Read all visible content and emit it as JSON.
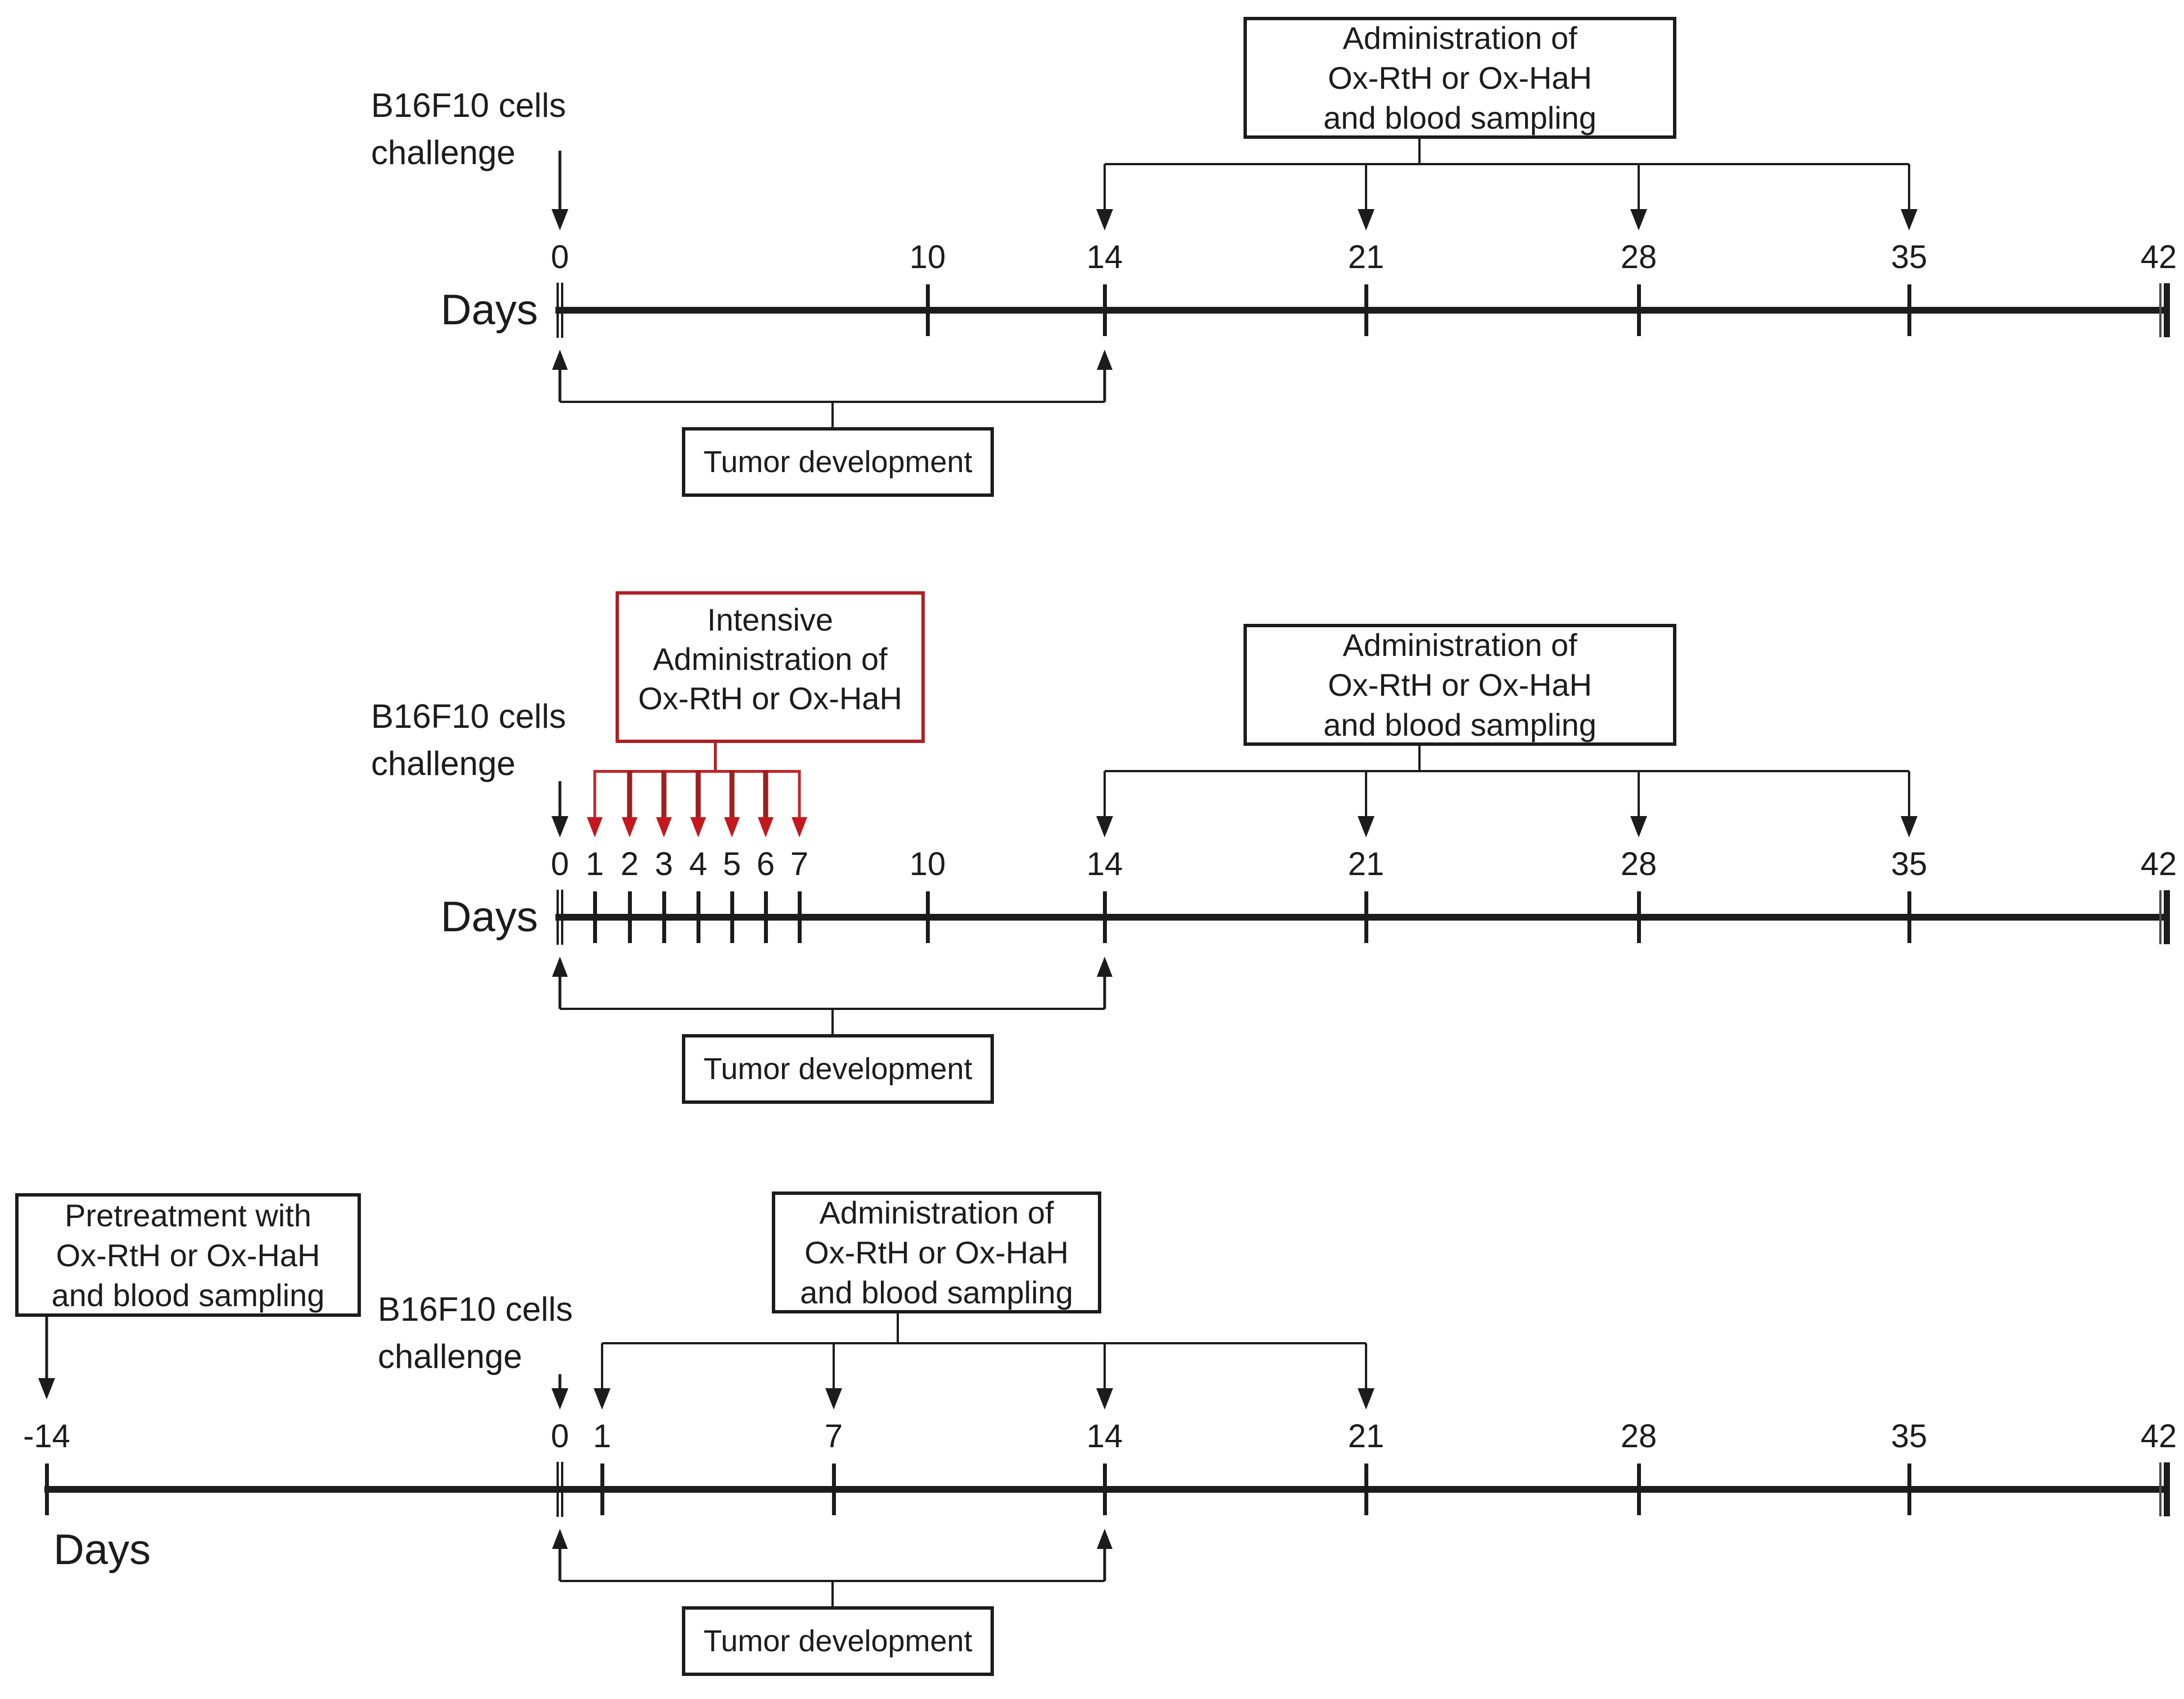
{
  "colors": {
    "ink": "#1c1c1c",
    "intensive_box_border": "#b01f24",
    "intensive_arrow_stem": "#9e1f1f",
    "intensive_arrow_head": "#c4181e",
    "intensive_bracket": "#c2242a"
  },
  "shared": {
    "days_label": "Days",
    "challenge_label": "B16F10 cells\nchallenge",
    "tumor_label": "Tumor development",
    "administration_label": "Administration of\nOx-RtH or Ox-HaH\nand blood sampling"
  },
  "panels": {
    "top": {
      "ticks": [
        "0",
        "10",
        "14",
        "21",
        "28",
        "35",
        "42"
      ],
      "administration_days": [
        "14",
        "21",
        "28",
        "35"
      ],
      "tumor_span": [
        "0",
        "14"
      ]
    },
    "middle": {
      "intensive_label": "Intensive\nAdministration of\nOx-RtH or Ox-HaH",
      "intensive_days": [
        "1",
        "2",
        "3",
        "4",
        "5",
        "6",
        "7"
      ],
      "ticks": [
        "0",
        "1",
        "2",
        "3",
        "4",
        "5",
        "6",
        "7",
        "10",
        "14",
        "21",
        "28",
        "35",
        "42"
      ],
      "administration_days": [
        "14",
        "21",
        "28",
        "35"
      ],
      "tumor_span": [
        "0",
        "14"
      ]
    },
    "bottom": {
      "pretreatment_label": "Pretreatment with\nOx-RtH or Ox-HaH\nand blood sampling",
      "pretreatment_day": "-14",
      "ticks": [
        "-14",
        "0",
        "1",
        "7",
        "14",
        "21",
        "28",
        "35",
        "42"
      ],
      "administration_days": [
        "1",
        "7",
        "14",
        "21"
      ],
      "tumor_span": [
        "0",
        "14"
      ]
    }
  }
}
